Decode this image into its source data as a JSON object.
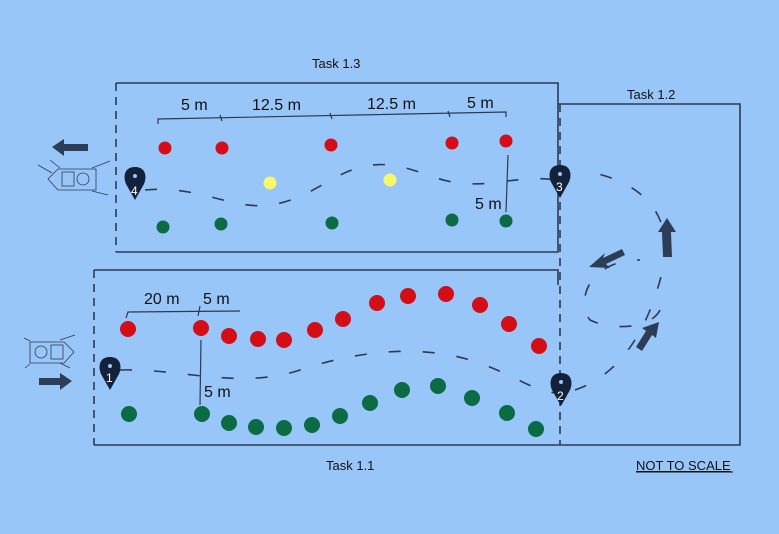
{
  "labels": {
    "task_1_3": "Task 1.3",
    "task_1_2": "Task 1.2",
    "task_1_1": "Task 1.1",
    "not_to_scale": "NOT TO SCALE"
  },
  "dimensions": {
    "top_a": "5 m",
    "top_b": "12.5 m",
    "top_c": "12.5 m",
    "top_d": "5 m",
    "top_width": "5 m",
    "bottom_a": "20 m",
    "bottom_b": "5 m",
    "bottom_width": "5 m"
  },
  "markers": [
    "1",
    "2",
    "3",
    "4"
  ],
  "colors": {
    "background": "#99c6f9",
    "red_buoy": "#d40e17",
    "green_buoy": "#0a6b45",
    "yellow_buoy": "#f6f76a",
    "marker": "#13223a"
  }
}
